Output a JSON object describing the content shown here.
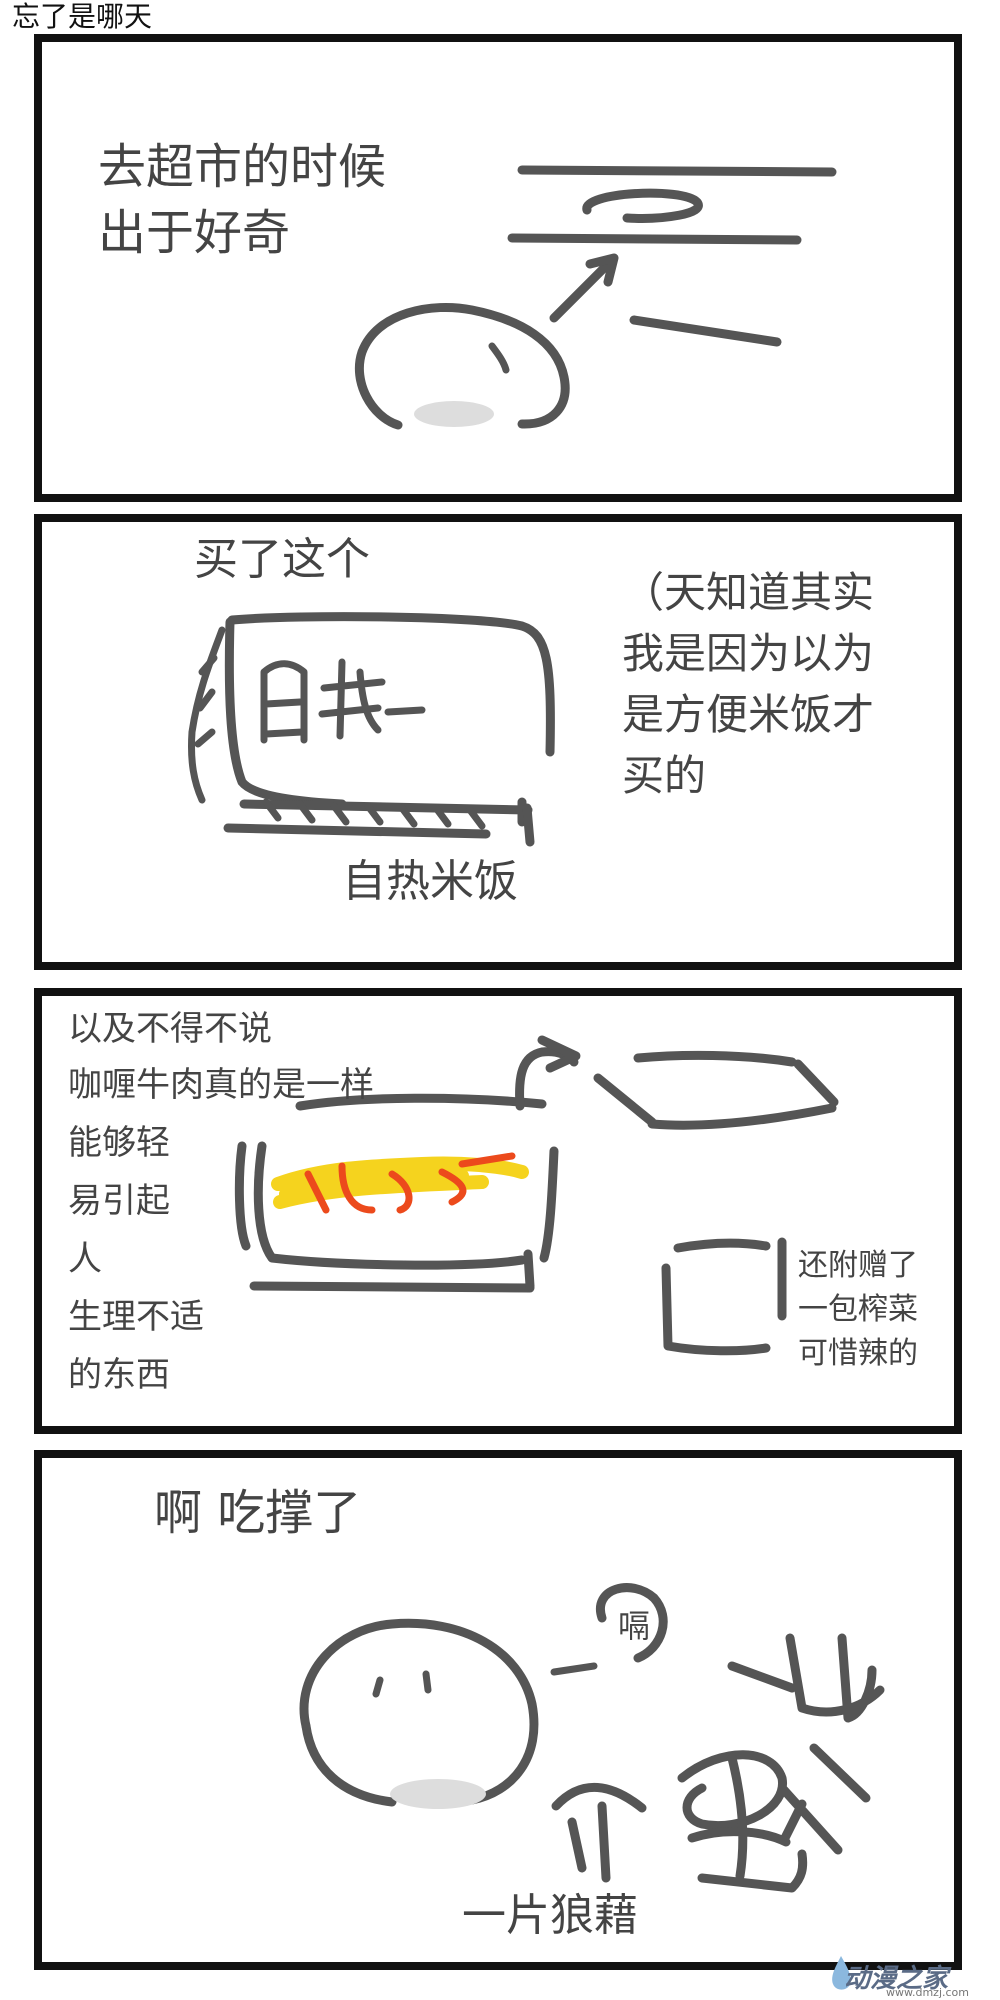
{
  "page_title": "忘了是哪天",
  "panel1": {
    "lines": [
      "去超市的时候",
      "出于好奇"
    ]
  },
  "panel2": {
    "caption_top": "买了这个",
    "box_label": "自热",
    "caption_bottom": "自热米饭",
    "aside_lines": [
      "（天知道其实",
      "我是因为以为",
      "是方便米饭才",
      "买的"
    ]
  },
  "panel3": {
    "lines": [
      "以及不得不说",
      "咖喱牛肉真的是一样",
      "能够轻",
      "易引起",
      "人",
      "生理不适",
      "的东西"
    ],
    "note_lines": [
      "还附赠了",
      "一包榨菜",
      "可惜辣的"
    ]
  },
  "panel4": {
    "caption_top": "啊 吃撑了",
    "burp": "嗝",
    "caption_bottom": "一片狼藉"
  },
  "watermark": {
    "logo": "动漫之家",
    "url": "www.dmzj.com"
  },
  "colors": {
    "border": "#111111",
    "ink": "#555555",
    "curry_yellow": "#f5d31e",
    "curry_red": "#ec4a1c"
  }
}
